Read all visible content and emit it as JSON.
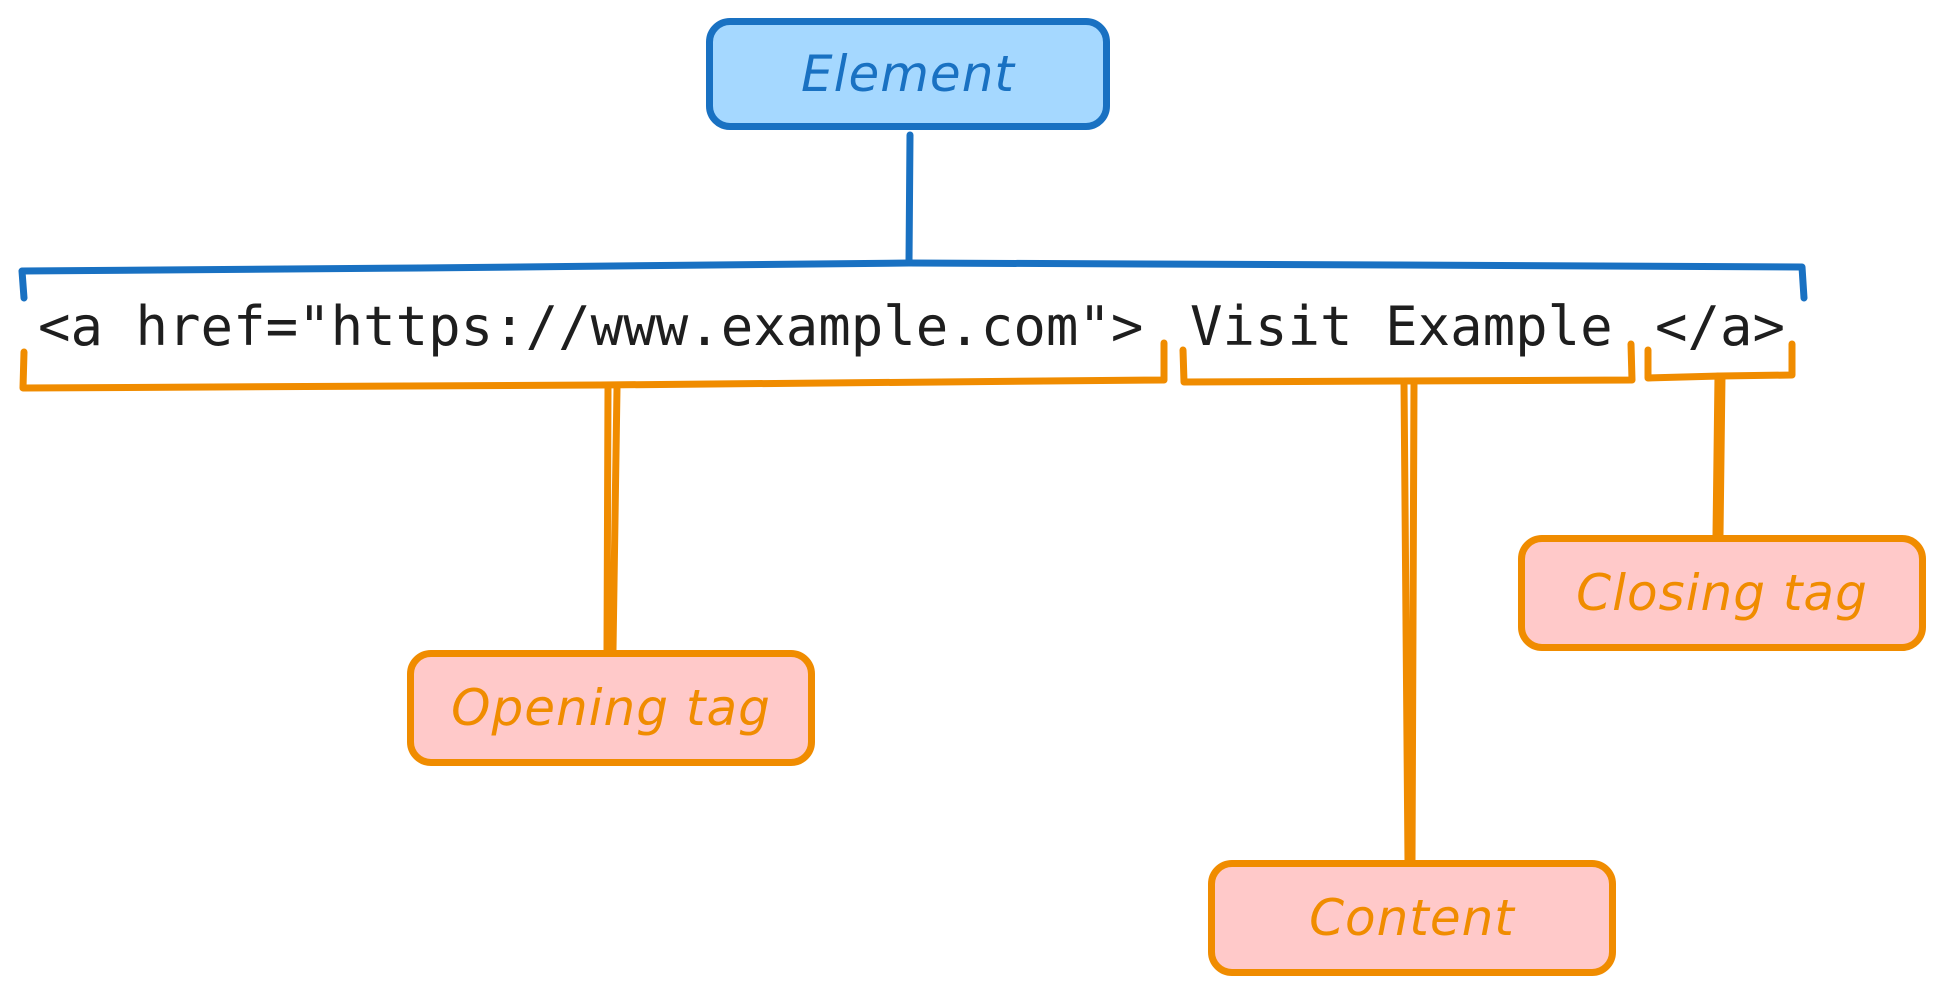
{
  "colors": {
    "blue_stroke": "#1971c2",
    "blue_fill": "#a5d8ff",
    "orange_stroke": "#f08c00",
    "pink_fill": "#ffc9c9",
    "text_dark": "#1e1e1e"
  },
  "element_label": "Element",
  "code": {
    "opening_tag": "<a href=\"https://www.example.com\">",
    "content": "Visit Example",
    "closing_tag": "</a>"
  },
  "parts": {
    "opening_tag_label": "Opening tag",
    "content_label": "Content",
    "closing_tag_label": "Closing tag"
  }
}
